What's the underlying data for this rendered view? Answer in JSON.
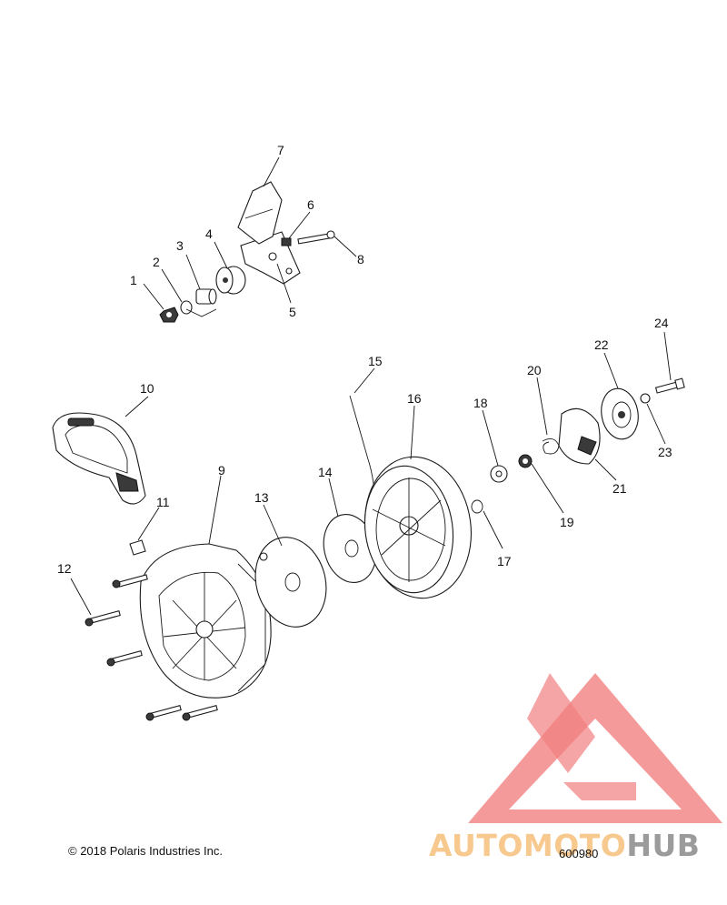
{
  "callouts": [
    {
      "label": "1"
    },
    {
      "label": "2"
    },
    {
      "label": "3"
    },
    {
      "label": "4"
    },
    {
      "label": "5"
    },
    {
      "label": "6"
    },
    {
      "label": "7"
    },
    {
      "label": "8"
    },
    {
      "label": "9"
    },
    {
      "label": "10"
    },
    {
      "label": "11"
    },
    {
      "label": "12"
    },
    {
      "label": "13"
    },
    {
      "label": "14"
    },
    {
      "label": "15"
    },
    {
      "label": "16"
    },
    {
      "label": "17"
    },
    {
      "label": "18"
    },
    {
      "label": "19"
    },
    {
      "label": "20"
    },
    {
      "label": "21"
    },
    {
      "label": "22"
    },
    {
      "label": "23"
    },
    {
      "label": "24"
    }
  ],
  "footer": {
    "copyright": "© 2018 Polaris Industries Inc.",
    "drawing_number": "600980"
  },
  "watermark": {
    "brand_part1": "AUTOMOTO",
    "brand_part2": "HUB",
    "color_primary": "#f06a6a",
    "color_secondary": "#f8c98e",
    "color_tertiary": "#9b9b9b"
  }
}
